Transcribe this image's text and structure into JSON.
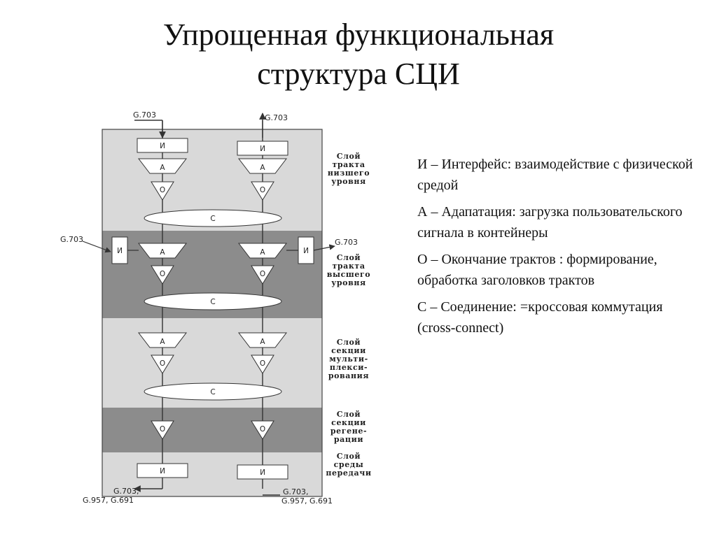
{
  "slide": {
    "title_line1": "Упрощенная функциональная",
    "title_line2": "структура СЦИ"
  },
  "diagram": {
    "top_left_input": "G.703",
    "top_right_output": "G.703",
    "left_side_input": "G.703",
    "right_side_output": "G.703",
    "bottom_left_lines": [
      "G.703,",
      "G.957, G.691"
    ],
    "bottom_right_lines": [
      "G.703,",
      "G.957, G.691"
    ],
    "block_i": "И",
    "block_a": "А",
    "block_o": "О",
    "block_c": "С",
    "layers": [
      {
        "id": "lower-path",
        "lines": [
          "Слой",
          "тракта",
          "низшего",
          "уровня"
        ],
        "shade": "#d9d9d9"
      },
      {
        "id": "higher-path",
        "lines": [
          "Слой",
          "тракта",
          "высшего",
          "уровня"
        ],
        "shade": "#8c8c8c"
      },
      {
        "id": "multiplex-section",
        "lines": [
          "Слой",
          "секции",
          "мульти-",
          "плекси-",
          "рования"
        ],
        "shade": "#d9d9d9"
      },
      {
        "id": "regenerator-section",
        "lines": [
          "Слой",
          "секции",
          "регене-",
          "рации"
        ],
        "shade": "#8c8c8c"
      },
      {
        "id": "physical-medium",
        "lines": [
          "Слой",
          "среды",
          "передачи"
        ],
        "shade": "#d9d9d9"
      }
    ]
  },
  "legend": {
    "items": [
      "И – Интерфейс: взаимодействие с физической средой",
      "А – Адапатация: загрузка пользовательского сигнала в контейнеры",
      "О – Окончание трактов : формирование, обработка заголовков трактов",
      "С – Соединение: =кроссовая коммутация (cross-connect)"
    ]
  }
}
